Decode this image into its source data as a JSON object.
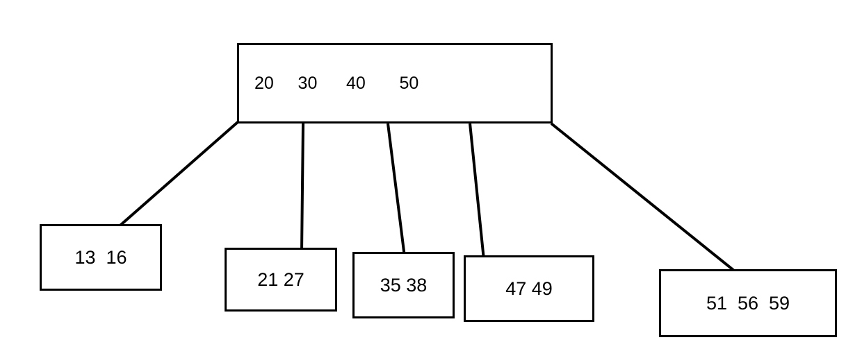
{
  "diagram": {
    "type": "b-tree",
    "root": {
      "keys_text": "20     30      40       50",
      "keys": [
        20,
        30,
        40,
        50
      ]
    },
    "leaves": [
      {
        "id": "leaf-1",
        "text": "13  16",
        "keys": [
          13,
          16
        ]
      },
      {
        "id": "leaf-2",
        "text": "21 27",
        "keys": [
          21,
          27
        ]
      },
      {
        "id": "leaf-3",
        "text": "35 38",
        "keys": [
          35,
          38
        ]
      },
      {
        "id": "leaf-4",
        "text": "47 49",
        "keys": [
          47,
          49
        ]
      },
      {
        "id": "leaf-5",
        "text": "51  56  59",
        "keys": [
          51,
          56,
          59
        ]
      }
    ],
    "colors": {
      "stroke": "#000000",
      "background": "#ffffff"
    }
  }
}
